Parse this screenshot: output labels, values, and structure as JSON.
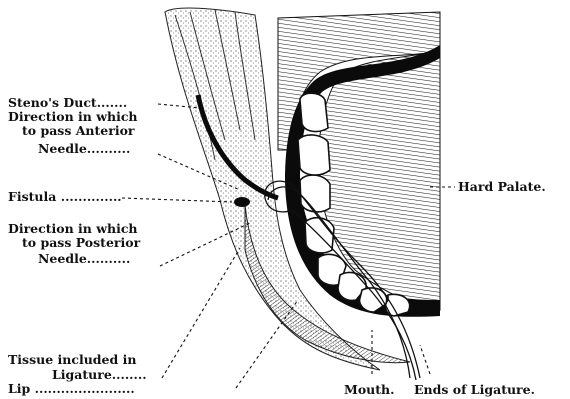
{
  "labels": {
    "stenos_duct": "Steno's Duct.......",
    "anterior_1": "Direction in which",
    "anterior_2": "to pass Anterior",
    "anterior_3": "Needle..........",
    "fistula": "Fistula ..............",
    "posterior_1": "Direction in which",
    "posterior_2": "to pass Posterior",
    "posterior_3": "Needle..........",
    "tissue_1": "Tissue included in",
    "tissue_2": "Ligature........",
    "lip": "Lip .......................",
    "hard_palate": "Hard Palate.",
    "mouth": "Mouth.",
    "ends_of_ligature": "Ends of Ligature."
  }
}
